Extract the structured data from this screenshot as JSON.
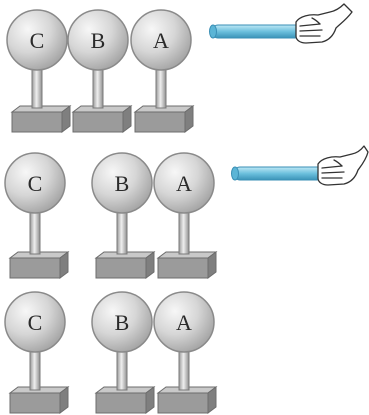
{
  "rows": [
    {
      "spheres": [
        {
          "label": "C"
        },
        {
          "label": "B"
        },
        {
          "label": "A"
        }
      ],
      "rod_present": true
    },
    {
      "spheres": [
        {
          "label": "C"
        },
        {
          "label": "B"
        },
        {
          "label": "A"
        }
      ],
      "rod_present": true
    },
    {
      "spheres": [
        {
          "label": "C"
        },
        {
          "label": "B"
        },
        {
          "label": "A"
        }
      ],
      "rod_present": false
    }
  ],
  "colors": {
    "sphere_fill": "#d9d9d9",
    "sphere_stroke": "#8a8a8a",
    "stand_fill": "#cfcfcf",
    "base_fill": "#a9a9a9",
    "rod_fill": "#7ec8e3",
    "rod_stroke": "#3a8fb5"
  },
  "icons": [
    "hand-icon",
    "rod-icon"
  ]
}
